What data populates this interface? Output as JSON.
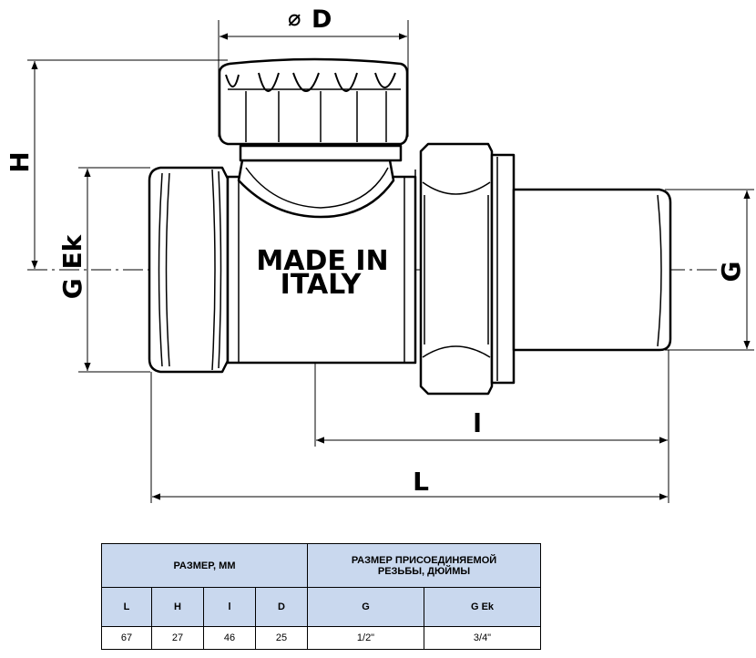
{
  "drawing": {
    "dimensions": {
      "diameter_symbol": "⌀",
      "D": "D",
      "H": "H",
      "G_Ek": "G Ek",
      "G": "G",
      "l": "l",
      "L": "L"
    },
    "body_marking": {
      "line1": "MADE IN",
      "line2": "ITALY"
    }
  },
  "table": {
    "group_size": "РАЗМЕР, ММ",
    "group_thread_line1": "РАЗМЕР ПРИСОЕДИНЯЕМОЙ",
    "group_thread_line2": "РЕЗЬБЫ, ДЮЙМЫ",
    "columns": [
      "L",
      "H",
      "l",
      "D",
      "G",
      "G Ek"
    ],
    "values": [
      "67",
      "27",
      "46",
      "25",
      "1/2\"",
      "3/4\""
    ],
    "header_color": "#c9d8ee"
  }
}
